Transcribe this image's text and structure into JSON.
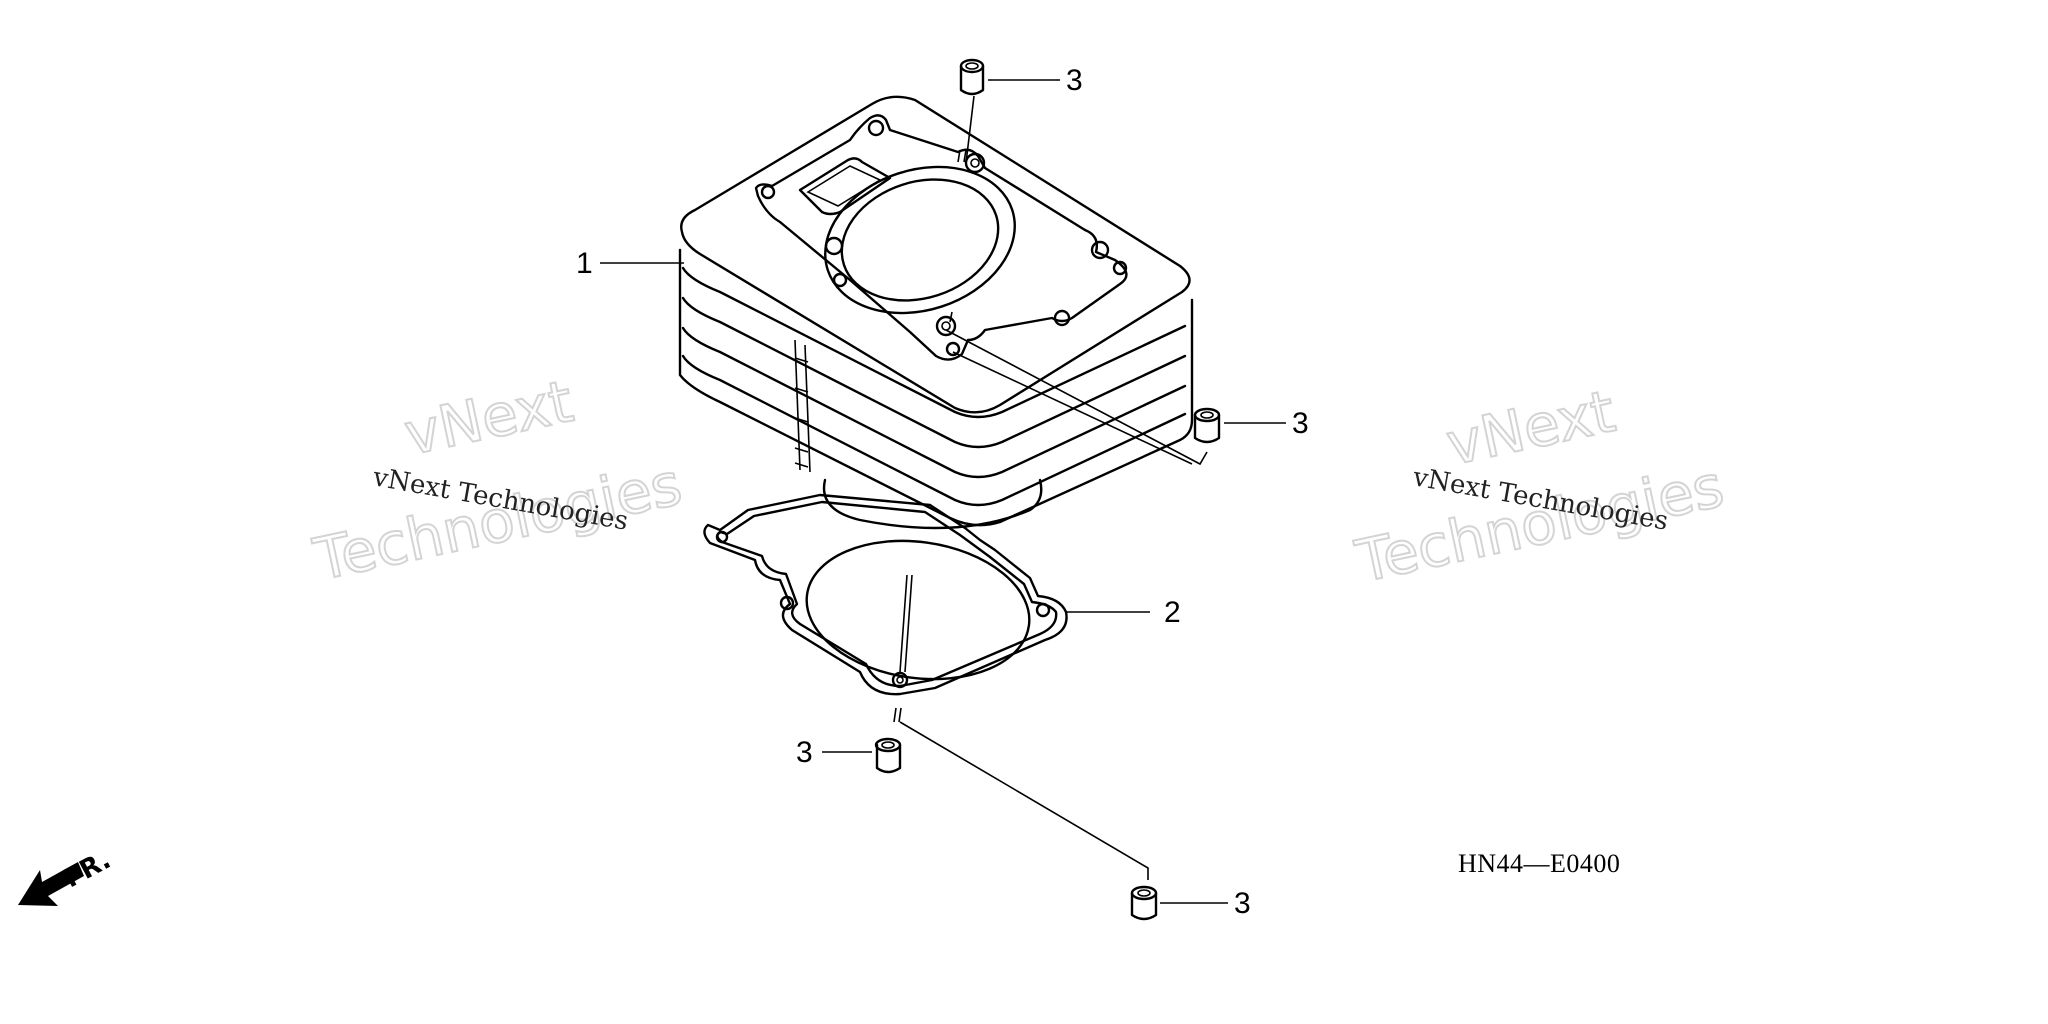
{
  "callouts": {
    "cylinder": "1",
    "gasket": "2",
    "dowel_top": "3",
    "dowel_right": "3",
    "dowel_lower_left": "3",
    "dowel_bottom": "3"
  },
  "diagram_code": "HN44—E0400",
  "front_indicator": "FR.",
  "watermarks": {
    "left_small": "vNext Technologies",
    "left_big_line1": "vNext",
    "left_big_line2": "Technologies",
    "right_small": "vNext Technologies",
    "right_big_line1": "vNext",
    "right_big_line2": "Technologies"
  }
}
